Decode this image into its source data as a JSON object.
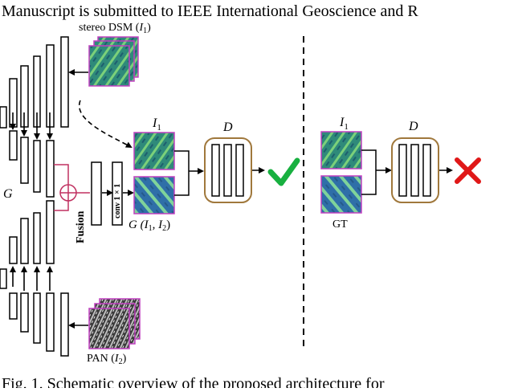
{
  "header": {
    "text": "Manuscript is submitted to IEEE International Geoscience and R"
  },
  "labels": {
    "stereo_dsm": "stereo DSM (",
    "stereo_dsm_var": "I",
    "stereo_dsm_sub": "1",
    "stereo_dsm_close": ")",
    "pan": "PAN (",
    "pan_var": "I",
    "pan_sub": "2",
    "pan_close": ")",
    "generator": "G",
    "fusion": "Fusion",
    "conv": "conv 1 × 1",
    "left_i1_var": "I",
    "left_i1_sub": "1",
    "right_i1_var": "I",
    "right_i1_sub": "1",
    "g_output": "G (I",
    "g_output_sub1": "1",
    "g_output_mid": ", I",
    "g_output_sub2": "2",
    "g_output_close": ")",
    "left_d": "D",
    "right_d": "D",
    "gt": "GT"
  },
  "caption": {
    "text": "Fig. 1. Schematic overview of the proposed architecture for"
  },
  "colors": {
    "tile_green": "#3a9a7a",
    "tile_blue": "#3b82b8",
    "tile_border": "#c040c0",
    "disc_border": "#a0783c",
    "fusion_pink": "#c03060",
    "check_green": "#18b040",
    "cross_red": "#e01818"
  }
}
